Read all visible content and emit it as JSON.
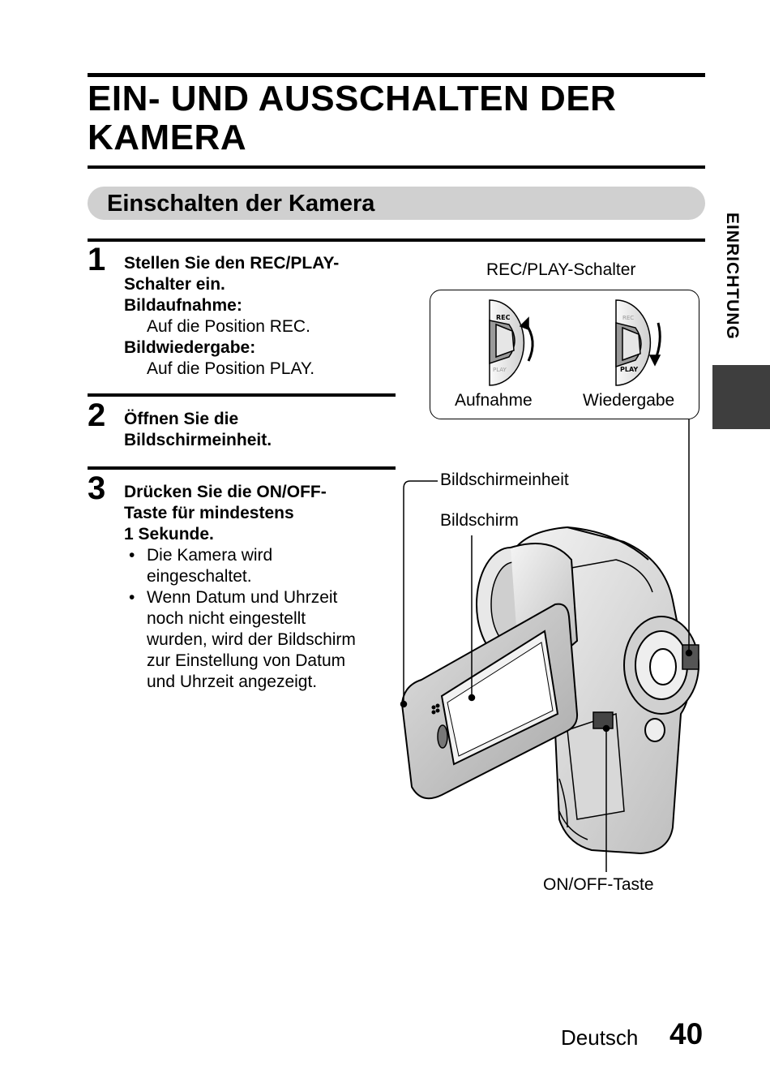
{
  "page": {
    "title_line1": "EIN- UND AUSSCHALTEN DER",
    "title_line2": "KAMERA",
    "section_title": "Einschalten der Kamera",
    "side_tab": "EINRICHTUNG"
  },
  "steps": [
    {
      "number": "1",
      "heading_line1": "Stellen Sie den REC/PLAY-",
      "heading_line2": "Schalter ein.",
      "sub1_label": "Bildaufnahme:",
      "sub1_text": "Auf die Position REC.",
      "sub2_label": "Bildwiedergabe:",
      "sub2_text": "Auf die Position PLAY."
    },
    {
      "number": "2",
      "heading_line1": "Öffnen Sie die",
      "heading_line2": "Bildschirmeinheit."
    },
    {
      "number": "3",
      "heading_line1": "Drücken Sie die ON/OFF-",
      "heading_line2": "Taste für mindestens",
      "heading_line3": "1 Sekunde.",
      "bullet_char": "•",
      "bullet1_line1": "Die Kamera wird",
      "bullet1_line2": "eingeschaltet.",
      "bullet2_line1": "Wenn Datum und Uhrzeit",
      "bullet2_line2": "noch nicht eingestellt",
      "bullet2_line3": "wurden, wird der Bildschirm",
      "bullet2_line4": "zur Einstellung von Datum",
      "bullet2_line5": "und Uhrzeit angezeigt."
    }
  ],
  "illustration": {
    "switch_caption": "REC/PLAY-Schalter",
    "rec_position_label": "Aufnahme",
    "play_position_label": "Wiedergabe",
    "dial_rec_text": "REC",
    "dial_play_text": "PLAY",
    "label_screen_unit": "Bildschirmeinheit",
    "label_screen": "Bildschirm",
    "label_onoff": "ON/OFF-Taste"
  },
  "footer": {
    "language": "Deutsch",
    "page_number": "40"
  }
}
